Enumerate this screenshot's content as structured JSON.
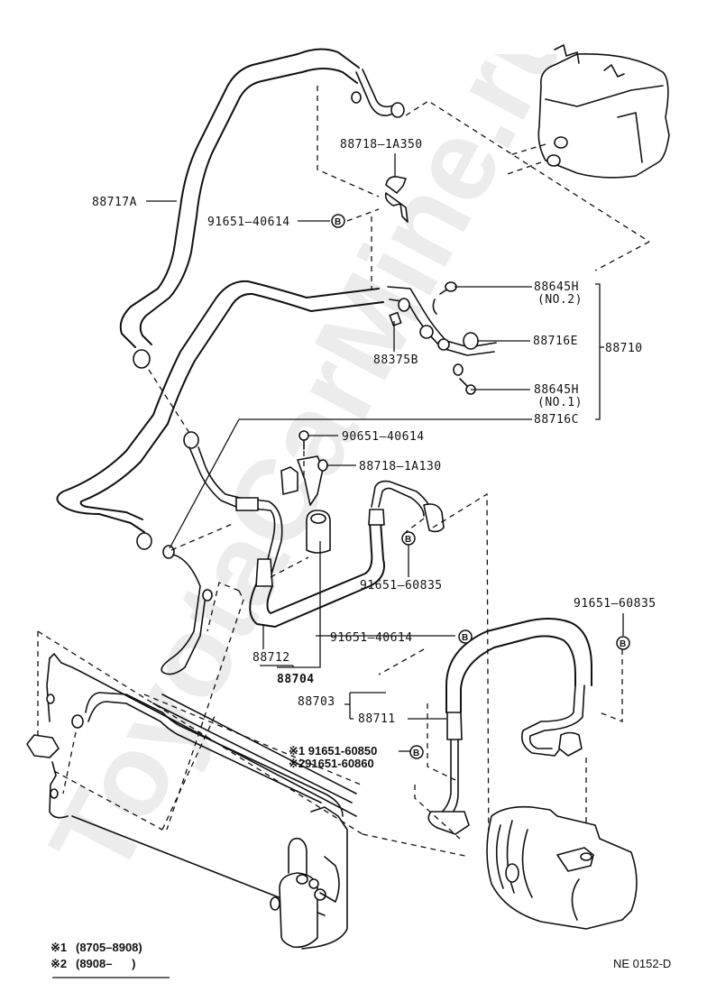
{
  "diagram": {
    "title_code": "NE 0152-D",
    "watermark": "ToyotaCarMine.ru",
    "bolt_marker": "B",
    "legend": {
      "row1": {
        "mark": "※1",
        "range": "(8705–8908)"
      },
      "row2": {
        "mark": "※2",
        "range": "(8908–      )"
      }
    },
    "parts": {
      "p88717A": "88717A",
      "p88718_1A350": "88718–1A350",
      "p91651_40614_top": "91651–40614",
      "p88645H_no2": "88645H",
      "p88645H_no2_sub": "(NO.2)",
      "p88375B": "88375B",
      "p88716E": "88716E",
      "p88710": "88710",
      "p88645H_no1": "88645H",
      "p88645H_no1_sub": "(NO.1)",
      "p88716C": "88716C",
      "p90651_40614": "90651–40614",
      "p88718_1A130": "88718–1A130",
      "p91651_60835_mid": "91651–60835",
      "p91651_60835_right": "91651–60835",
      "p91651_40614_mid": "91651–40614",
      "p88712": "88712",
      "p88704": "88704",
      "p88703": "88703",
      "p88711": "88711",
      "p91651_60850": "※1 91651-60850",
      "p91651_60860": "※291651-60860"
    }
  }
}
